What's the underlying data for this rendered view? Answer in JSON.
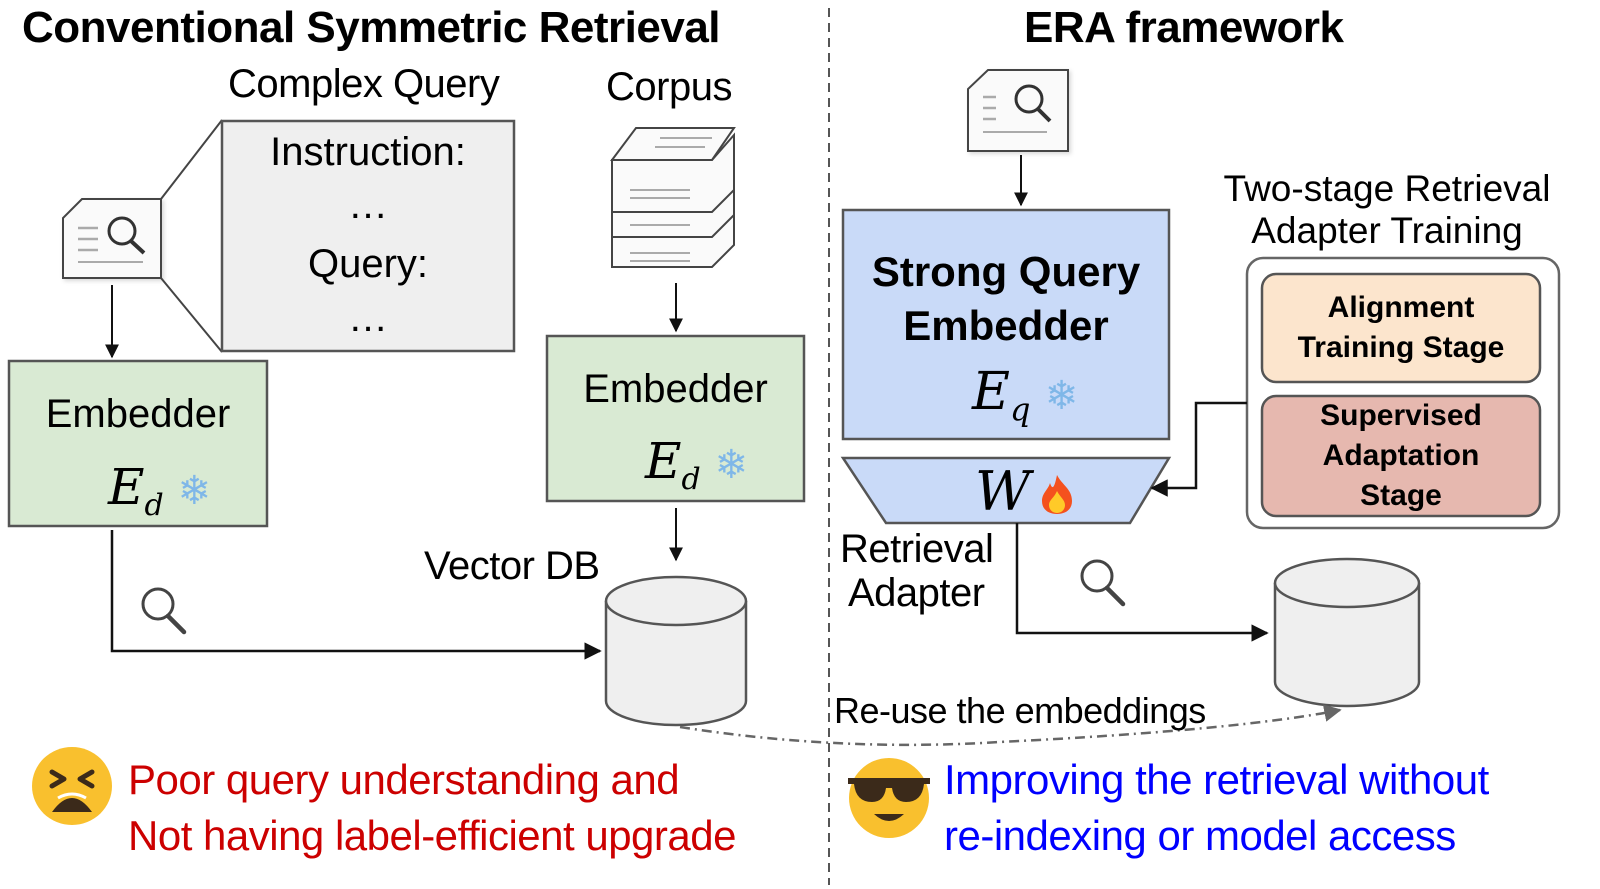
{
  "colors": {
    "green_box": "#d9ead3",
    "blue_box": "#c9daf8",
    "peach_box": "#fce5cd",
    "rose_box": "#e6b8af",
    "gray_box": "#efefef",
    "stroke": "#555555",
    "negative_text": "#cc0000",
    "positive_text": "#0000ff"
  },
  "left_panel": {
    "title": "Conventional Symmetric Retrieval",
    "complex_query_label": "Complex Query",
    "complex_query_box": {
      "line1": "Instruction:",
      "line2": "…",
      "line3": "Query:",
      "line4": "…"
    },
    "corpus_label": "Corpus",
    "query_embedder": {
      "label": "Embedder",
      "symbol": "E",
      "subscript": "d",
      "status_icon": "snowflake-icon",
      "status_glyph": "❄"
    },
    "doc_embedder": {
      "label": "Embedder",
      "symbol": "E",
      "subscript": "d",
      "status_icon": "snowflake-icon",
      "status_glyph": "❄"
    },
    "vector_db_label": "Vector DB",
    "outcome": {
      "emoji_name": "tired-face-emoji",
      "line1": "Poor query understanding and",
      "line2": "Not having label-efficient upgrade"
    }
  },
  "right_panel": {
    "title": "ERA framework",
    "query_embedder": {
      "label_line1": "Strong Query",
      "label_line2": "Embedder",
      "symbol": "E",
      "subscript": "q",
      "status_icon": "snowflake-icon",
      "status_glyph": "❄"
    },
    "adapter": {
      "symbol": "W",
      "status_icon": "fire-icon",
      "status_glyph": "🔥",
      "label_line1": "Retrieval",
      "label_line2": "Adapter"
    },
    "training": {
      "label_line1": "Two-stage Retrieval",
      "label_line2": "Adapter Training",
      "stages": [
        {
          "line1": "Alignment",
          "line2": "Training Stage",
          "line3": ""
        },
        {
          "line1": "Supervised",
          "line2": "Adaptation",
          "line3": "Stage"
        }
      ]
    },
    "reuse_label": "Re-use the embeddings",
    "outcome": {
      "emoji_name": "sunglasses-face-emoji",
      "line1": "Improving the retrieval without",
      "line2": "re-indexing or model access"
    }
  }
}
